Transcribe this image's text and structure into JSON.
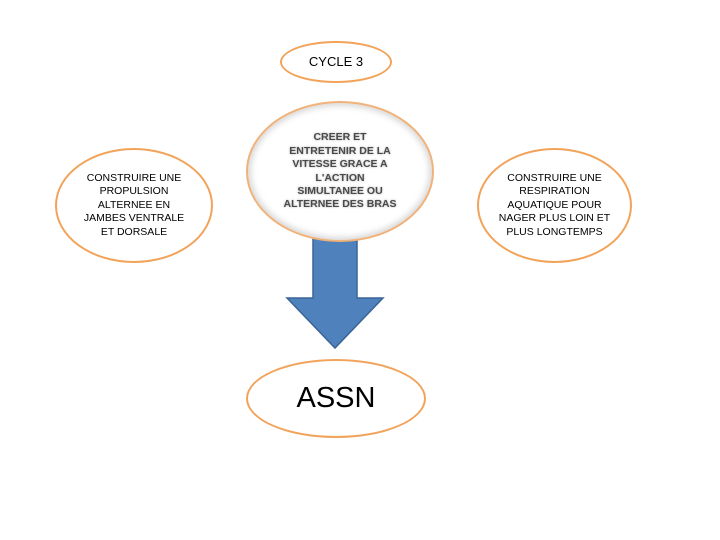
{
  "diagram": {
    "top_node": {
      "label": "CYCLE 3"
    },
    "center_node": {
      "label": "CREER ET\nENTRETENIR DE LA\nVITESSE GRACE A\nL'ACTION\nSIMULTANEE OU\nALTERNEE DES BRAS"
    },
    "left_node": {
      "label": "CONSTRUIRE UNE\nPROPULSION\nALTERNEE EN\nJAMBES VENTRALE\nET DORSALE"
    },
    "right_node": {
      "label": "CONSTRUIRE UNE\nRESPIRATION\nAQUATIQUE POUR\nNAGER PLUS LOIN ET\nPLUS LONGTEMPS"
    },
    "bottom_node": {
      "label": "ASSN"
    }
  },
  "colors": {
    "ellipse_border": "#f2a35a",
    "arrow_fill": "#4f81bd",
    "arrow_stroke": "#3a6496"
  }
}
